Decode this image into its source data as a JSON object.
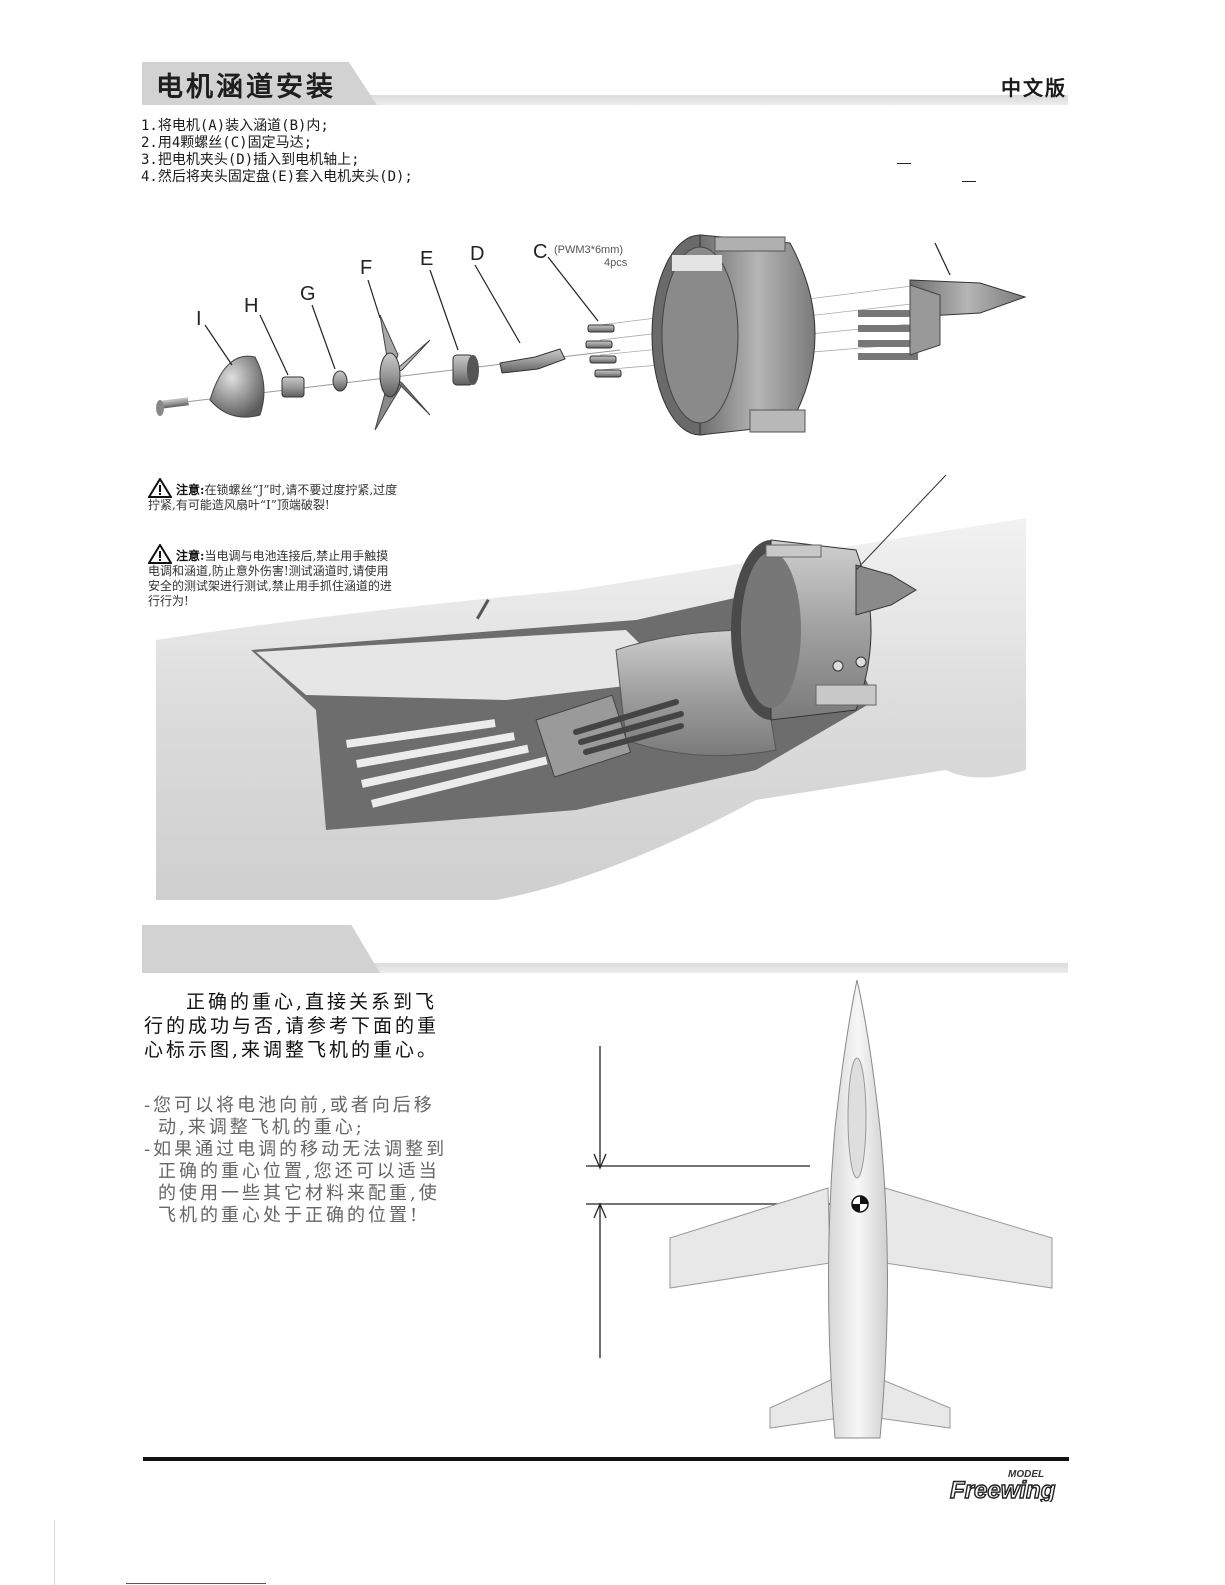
{
  "section1": {
    "title": "电机涵道安装",
    "edition": "中文版",
    "steps": [
      "1.将电机(A)装入涵道(B)内;",
      "2.用4颗螺丝(C)固定马达;",
      "3.把电机夹头(D)插入到电机轴上;",
      "4.然后将夹头固定盘(E)套入电机夹头(D);"
    ]
  },
  "diagram": {
    "labels": [
      "I",
      "H",
      "G",
      "F",
      "E",
      "D",
      "C"
    ],
    "screw_spec": "(PWM3*6mm)",
    "screw_qty": "4pcs"
  },
  "warnings": [
    {
      "label": "注意:",
      "text": "在锁螺丝“J”时,请不要过度拧紧,过度拧紧,有可能造风扇叶“I”顶端破裂!"
    },
    {
      "label": "注意:",
      "text": "当电调与电池连接后,禁止用手触摸电调和涵道,防止意外伤害!测试涵道时,请使用安全的测试架进行测试,禁止用手抓住涵道的进行行为!"
    }
  ],
  "section2": {
    "intro": "正确的重心,直接关系到飞行的成功与否,请参考下面的重心标示图,来调整飞机的重心。",
    "tips": [
      "-您可以将电池向前,或者向后移动,来调整飞机的重心;",
      "-如果通过电调的移动无法调整到正确的重心位置,您还可以适当的使用一些其它材料来配重,使飞机的重心处于正确的位置!"
    ]
  },
  "brand": {
    "name": "Freewing",
    "sub": "MODEL"
  },
  "colors": {
    "bar": "#e4e4e4",
    "tab": "#d2d2d2",
    "text": "#1a1a1a",
    "render": "#8f8f8f"
  }
}
